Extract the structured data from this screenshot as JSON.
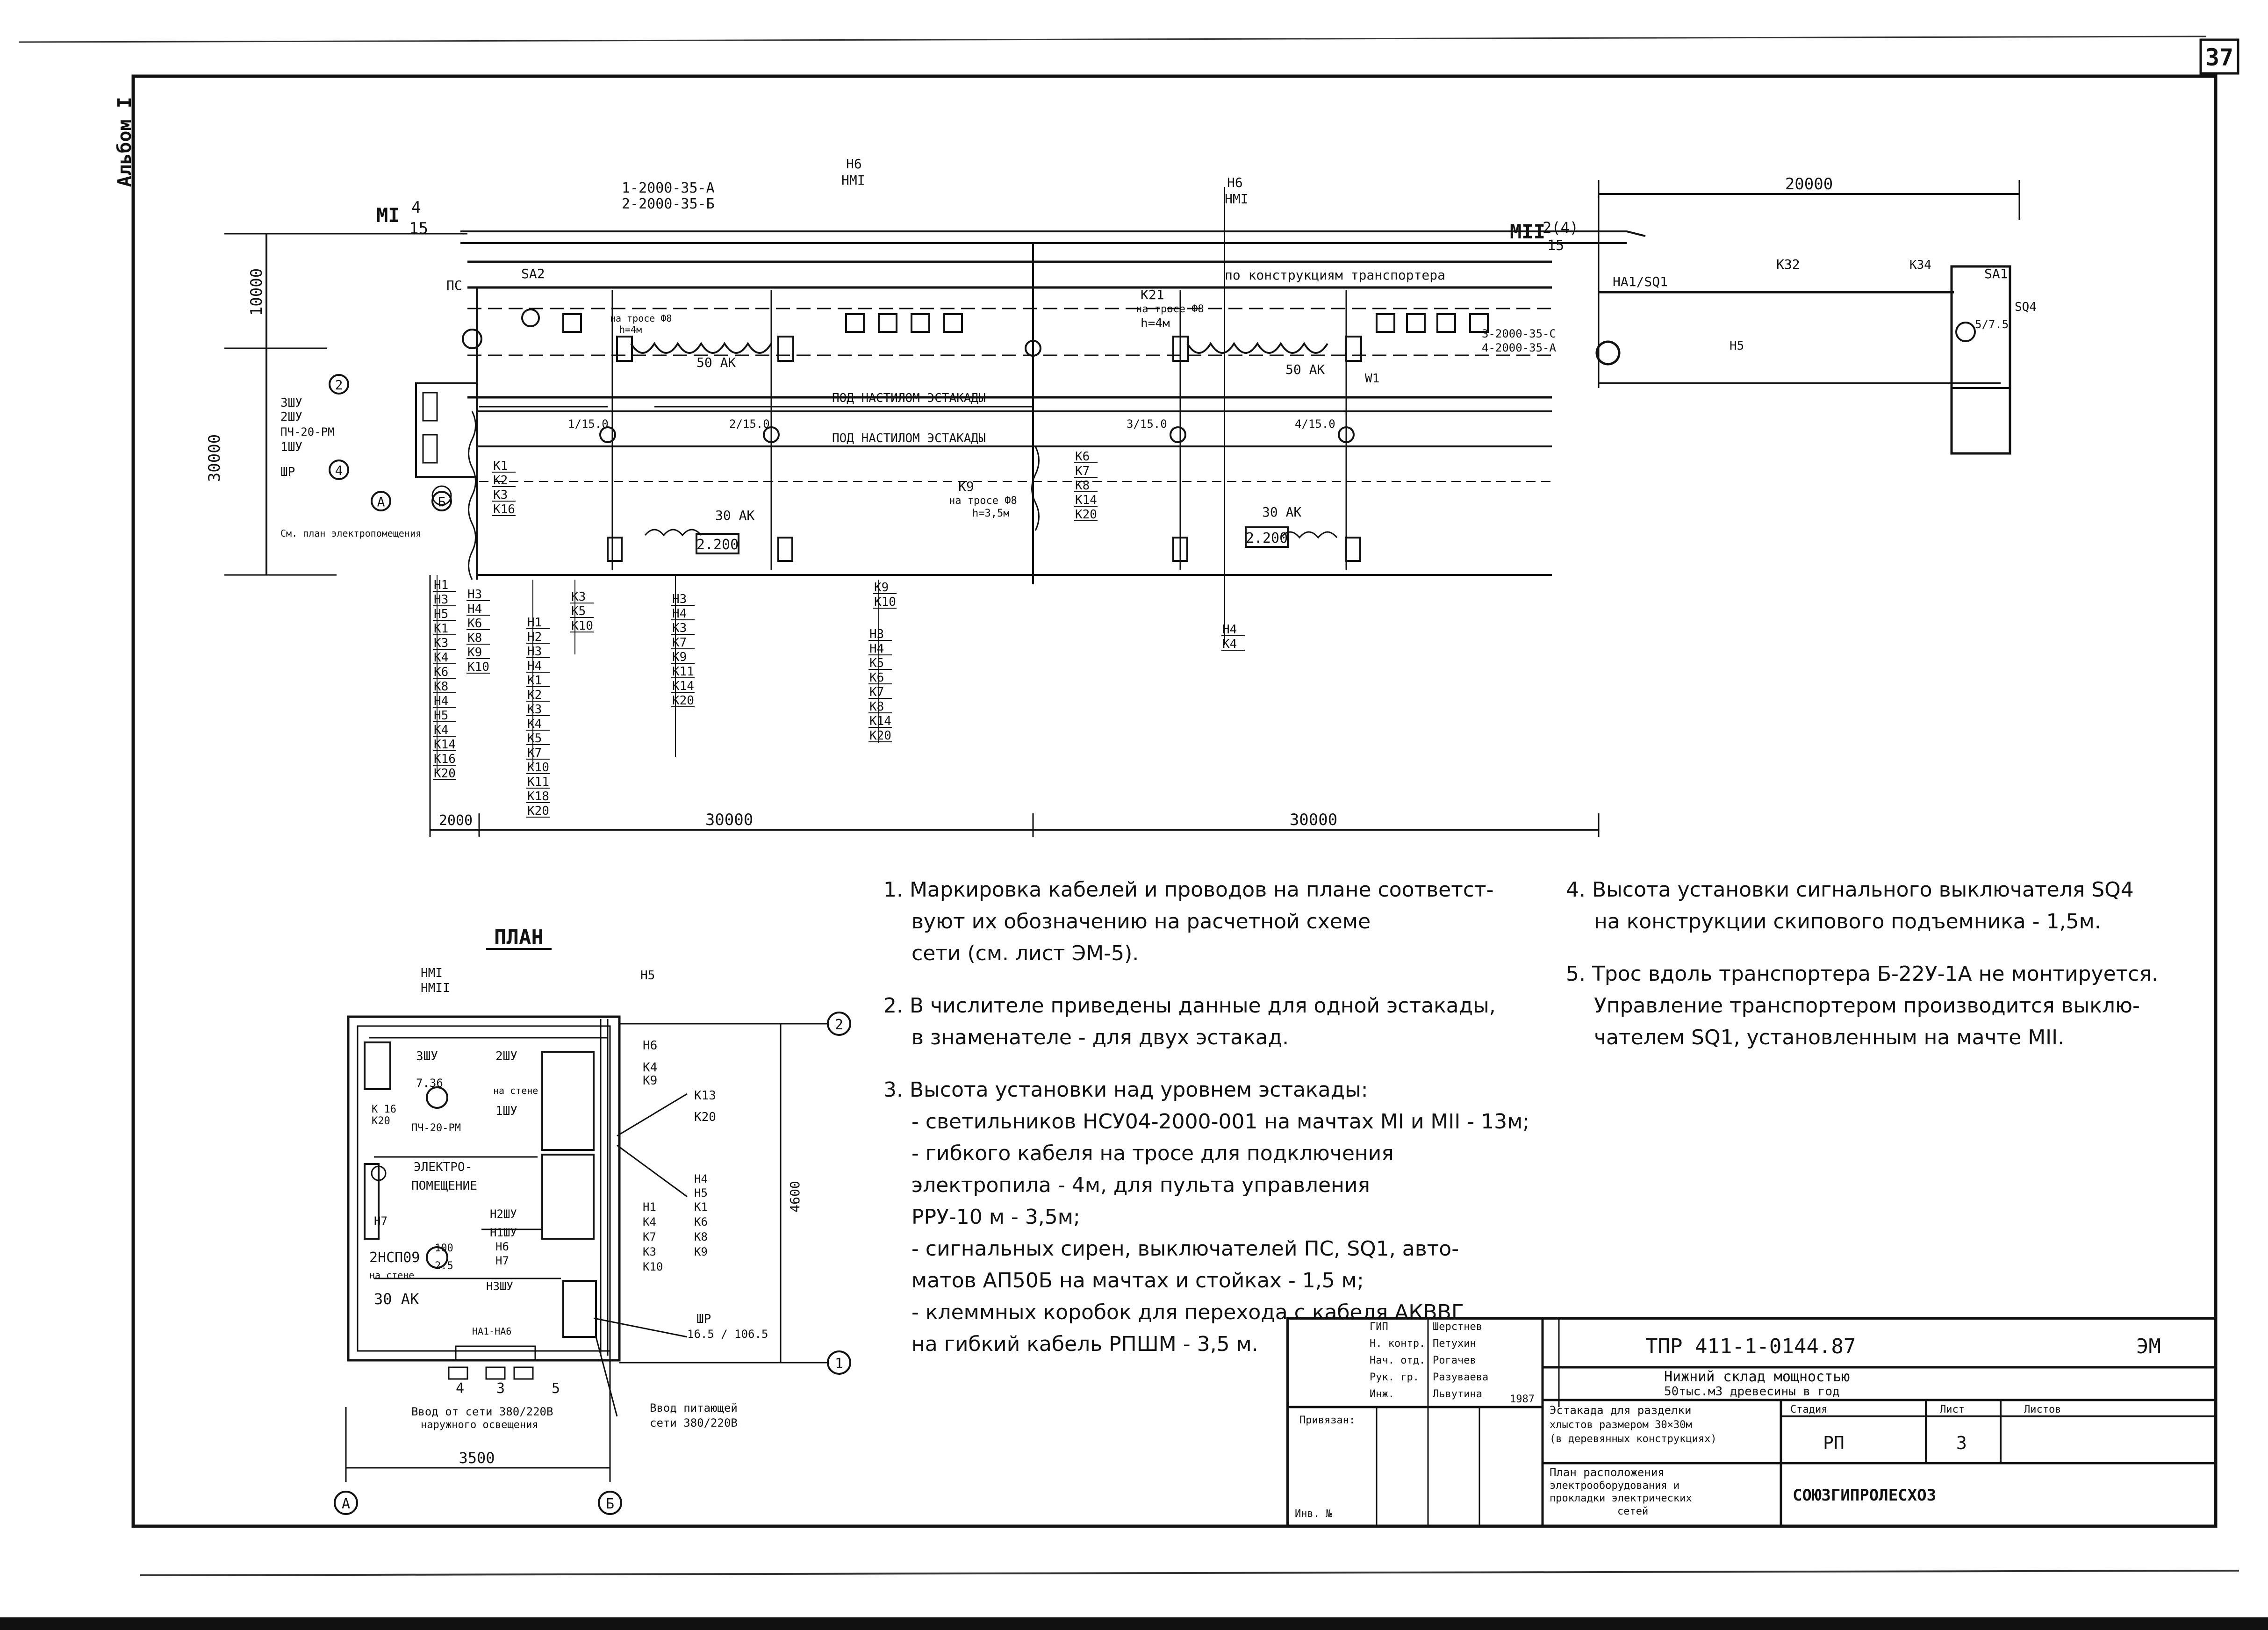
{
  "sheet": {
    "page_number": "37",
    "album_label": "Альбом I"
  },
  "main_plan": {
    "dim_top_right": "20000",
    "dim_height_top": "10000",
    "dim_height_total": "30000",
    "dim_bottom": [
      "2000",
      "30000",
      "30000"
    ],
    "mast1": "МI",
    "mast2": "МII",
    "mast2_cable": "2(4)",
    "fraction_4_15_num": "4",
    "fraction_4_15_den": "15",
    "fraction_2_15_den": "15",
    "cable_a": "1-2000-35-А",
    "cable_b": "2-2000-35-Б",
    "cable_c": "3-2000-35-С",
    "cable_d": "4-2000-35-А",
    "transport_label": "по конструкциям транспортера",
    "under_deck_1": "ПОД НАСТИЛОМ ЭСТАКАДЫ",
    "under_deck_2": "ПОД НАСТИЛОМ ЭСТАКАДЫ",
    "k21_note": "К21",
    "k21_rope": "на тросе Ф8",
    "k21_h": "h=4м",
    "k9_note": "К9",
    "k9_rope": "на тросе Ф8",
    "k9_h": "h=3,5м",
    "k14_left_rope": "на тросе Ф8",
    "k14_left_h": "h=4м",
    "fifty_ak_1": "50 АК",
    "fifty_ak_2": "50 АК",
    "thirty_ak_1": "30 АК",
    "thirty_ak_2": "30 АК",
    "box_2200_1": "2.200",
    "box_2200_2": "2.200",
    "hm_box_1": "Н6",
    "hm_box_1b": "НМI",
    "hm_box_2": "Н6",
    "hm_box_2b": "НМI",
    "sa2": "SА2",
    "sa1": "SА1",
    "ha1_sq1": "НА1/SQ1",
    "sq4": "SQ4",
    "pu_label": "ПС",
    "see_plan": "См. план электропомещения",
    "k32": "К32",
    "k34": "К34",
    "h5": "Н5",
    "shu3": "3ШУ",
    "shu2": "2ШУ",
    "pn": "ПЧ-20-РМ",
    "shu1": "1ШУ",
    "shr": "ШР",
    "num_2": "2",
    "num_4": "4",
    "lbl_a": "А",
    "lbl_b": "Б",
    "lamp_1": "1/15.0",
    "lamp_2": "2/15.0",
    "lamp_3": "3/15.0",
    "lamp_4": "4/15.0",
    "lamp_5": "5/7.5",
    "w1": "W1",
    "deck_cable_col_1": [
      "Н1",
      "Н3",
      "Н5",
      "К1",
      "К3",
      "К4",
      "К6",
      "К8",
      "Н4",
      "Н5",
      "К4",
      "К14",
      "К16",
      "К20"
    ],
    "deck_cable_col_2": [
      "Н3",
      "Н4",
      "К6",
      "К8",
      "К9",
      "К10"
    ],
    "deck_cable_col_3": [
      "Н1",
      "Н2",
      "Н3",
      "Н4",
      "К1",
      "К2",
      "К3",
      "К4",
      "К5",
      "К7",
      "К10",
      "К11",
      "К18",
      "К20"
    ],
    "deck_cable_col_4": [
      "К3",
      "К5",
      "К10"
    ],
    "deck_cable_col_5": [
      "Н3",
      "Н4",
      "К3",
      "К7",
      "К9",
      "К11",
      "К14",
      "К20"
    ],
    "deck_cable_col_6": [
      "Н3",
      "Н4",
      "К5",
      "К6",
      "К7",
      "К8",
      "К14",
      "К20"
    ],
    "deck_cable_col_7": [
      "К9",
      "К10"
    ],
    "deck_cable_col_8": [
      "Н4",
      "К4"
    ],
    "mid_cable_col": [
      "К6",
      "К7",
      "К8",
      "К14",
      "К20"
    ],
    "left_cable_col": [
      "К1",
      "К2",
      "К3",
      "К16"
    ]
  },
  "small_plan": {
    "title": "ПЛАН",
    "hm1": "НМI",
    "hm2": "НМII",
    "h5": "Н5",
    "h6": "Н6",
    "k4": "К4",
    "k9": "К9",
    "k13": "К13",
    "k20": "К20",
    "shu3": "3ШУ",
    "shu2": "2ШУ",
    "r736": "7.36",
    "on_wall": "на стене",
    "shu1": "1ШУ",
    "k16": "К 16",
    "k20b": "К20",
    "pn": "ПЧ-20-РМ",
    "electro": "ЭЛЕКТРО-",
    "room": "ПОМЕЩЕНИЕ",
    "h7": "Н7",
    "h2shu": "Н2ШУ",
    "h1shu": "Н1ШУ",
    "h6b": "Н6",
    "h7b": "Н7",
    "h3shu": "Н3ШУ",
    "nsp": "2НСП09",
    "on_wall2": "на стене",
    "ak30": "30 АК",
    "val_100": "100",
    "val_25": "2.5",
    "shr": "ШР",
    "shr_val": "16.5 / 106.5",
    "right_labels": [
      "Н4",
      "Н5",
      "Н1",
      "К1",
      "К4",
      "К6",
      "К7",
      "К8",
      "К3",
      "К9",
      "К10"
    ],
    "dim_width": "3500",
    "dim_height": "4600",
    "axis_a": "А",
    "axis_b": "Б",
    "axis_1": "1",
    "axis_2": "2",
    "bottom_nums": [
      "4",
      "3",
      "5"
    ],
    "ha_label": "НА1-НА6",
    "input_left_1": "Ввод от сети 380/220В",
    "input_left_2": "наружного освещения",
    "input_right_1": "Ввод питающей",
    "input_right_2": "сети 380/220В"
  },
  "notes": {
    "n1": [
      "1. Маркировка кабелей и проводов на плане соответст-",
      "вуют их обозначению на расчетной схеме",
      "сети (см. лист ЭМ-5)."
    ],
    "n2": [
      "2. В числителе приведены данные для одной эстакады,",
      "в знаменателе - для двух эстакад."
    ],
    "n3_head": "3. Высота установки над уровнем эстакады:",
    "n3_items": [
      "- светильников НСУ04-2000-001 на мачтах МI и МII - 13м;",
      "- гибкого кабеля на тросе для подключения",
      "электропила - 4м, для пульта управления",
      "РРУ-10 м - 3,5м;",
      "- сигнальных сирен, выключателей ПС, SQ1, авто-",
      "матов АП50Б на мачтах и стойках - 1,5 м;",
      "- клеммных коробок для перехода с кабеля АКВВГ",
      "на гибкий кабель РПШМ - 3,5 м."
    ],
    "n4": [
      "4. Высота установки сигнального выключателя SQ4",
      "на конструкции скипового подъемника - 1,5м."
    ],
    "n5": [
      "5. Трос вдоль транспортера Б-22У-1А не монтируется.",
      "Управление транспортером производится выклю-",
      "чателем SQ1, установленным на мачте МII."
    ]
  },
  "title_block": {
    "code": "ТПР 411-1-0144.87",
    "mark": "ЭМ",
    "roles": [
      "ГИП",
      "Н. контр.",
      "Нач. отд.",
      "Рук. гр.",
      "Инж."
    ],
    "names": [
      "Шерстнев",
      "Петухин",
      "Рогачев",
      "Разуваева",
      "Львутина"
    ],
    "year": "1987",
    "project_line_1": "Нижний склад мощностью",
    "project_line_2": "50тыс.м3 древесины в год",
    "sheet_desc_1": "Эстакада для разделки",
    "sheet_desc_2": "хлыстов размером 30×30м",
    "sheet_desc_3": "(в деревянных конструкциях)",
    "drawing_1": "План расположения",
    "drawing_2": "электрооборудования и",
    "drawing_3": "прокладки электрических",
    "drawing_4": "сетей",
    "stage_hdr": "Стадия",
    "sheet_hdr": "Лист",
    "sheets_hdr": "Листов",
    "stage": "РП",
    "sheet": "3",
    "org": "СОЮЗГИПРОЛЕСХОЗ",
    "approved": "Привязан:",
    "inv": "Инв. №"
  }
}
